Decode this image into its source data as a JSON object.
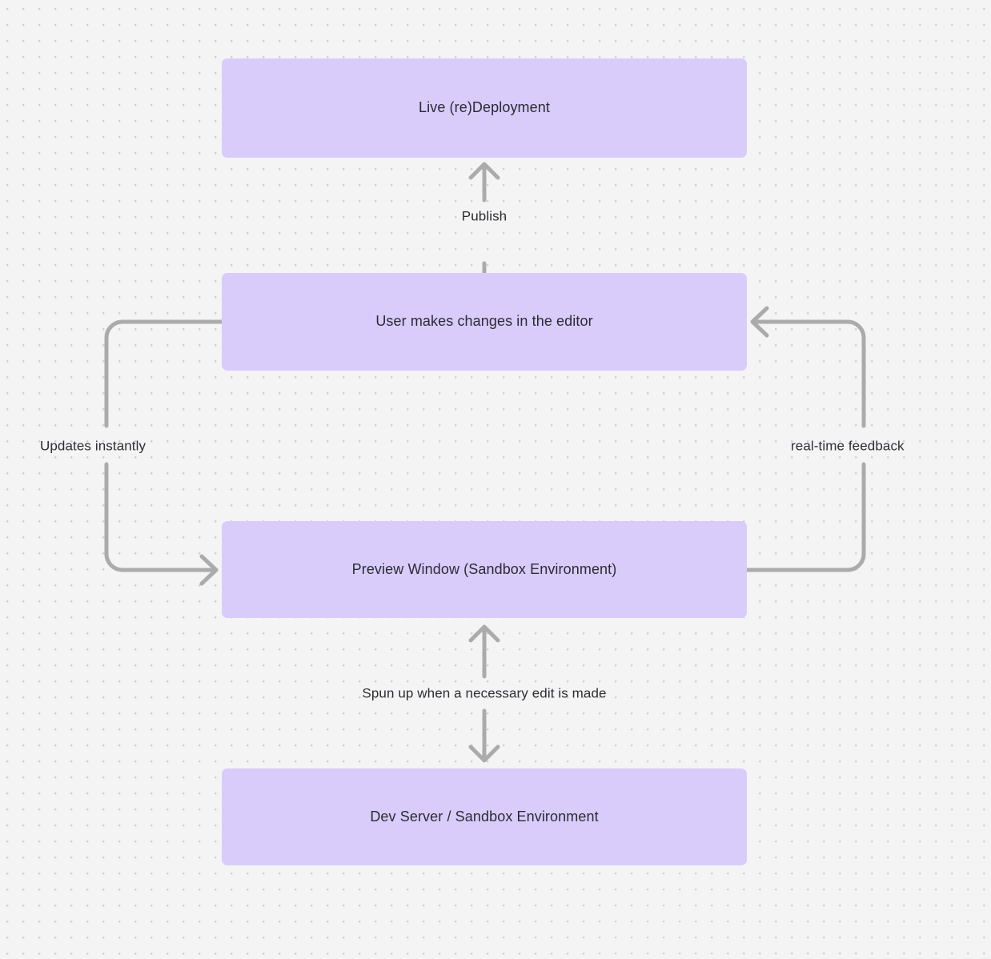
{
  "canvas": {
    "background_color": "#F4F4F5",
    "dot_color": "#CFCFD2",
    "node_fill": "#D9CCFB",
    "node_text_color": "#2B2B33",
    "edge_color": "#ABABAB",
    "label_text_color": "#2E2E33"
  },
  "nodes": [
    {
      "id": "live-deployment",
      "label": "Live (re)Deployment"
    },
    {
      "id": "user-edits",
      "label": "User makes changes in the editor"
    },
    {
      "id": "preview-window",
      "label": "Preview Window (Sandbox Environment)"
    },
    {
      "id": "dev-server",
      "label": "Dev Server / Sandbox Environment"
    }
  ],
  "edges": [
    {
      "id": "publish",
      "label": "Publish",
      "from": "user-edits",
      "to": "live-deployment",
      "direction": "up"
    },
    {
      "id": "updates-instantly",
      "label": "Updates instantly",
      "from": "user-edits",
      "to": "preview-window",
      "direction": "down-left-loop"
    },
    {
      "id": "real-time-feedback",
      "label": "real-time feedback",
      "from": "preview-window",
      "to": "user-edits",
      "direction": "up-right-loop"
    },
    {
      "id": "spun-up",
      "label": "Spun up when a necessary edit is made",
      "from": "dev-server",
      "to": "preview-window",
      "direction": "bidirectional"
    }
  ]
}
